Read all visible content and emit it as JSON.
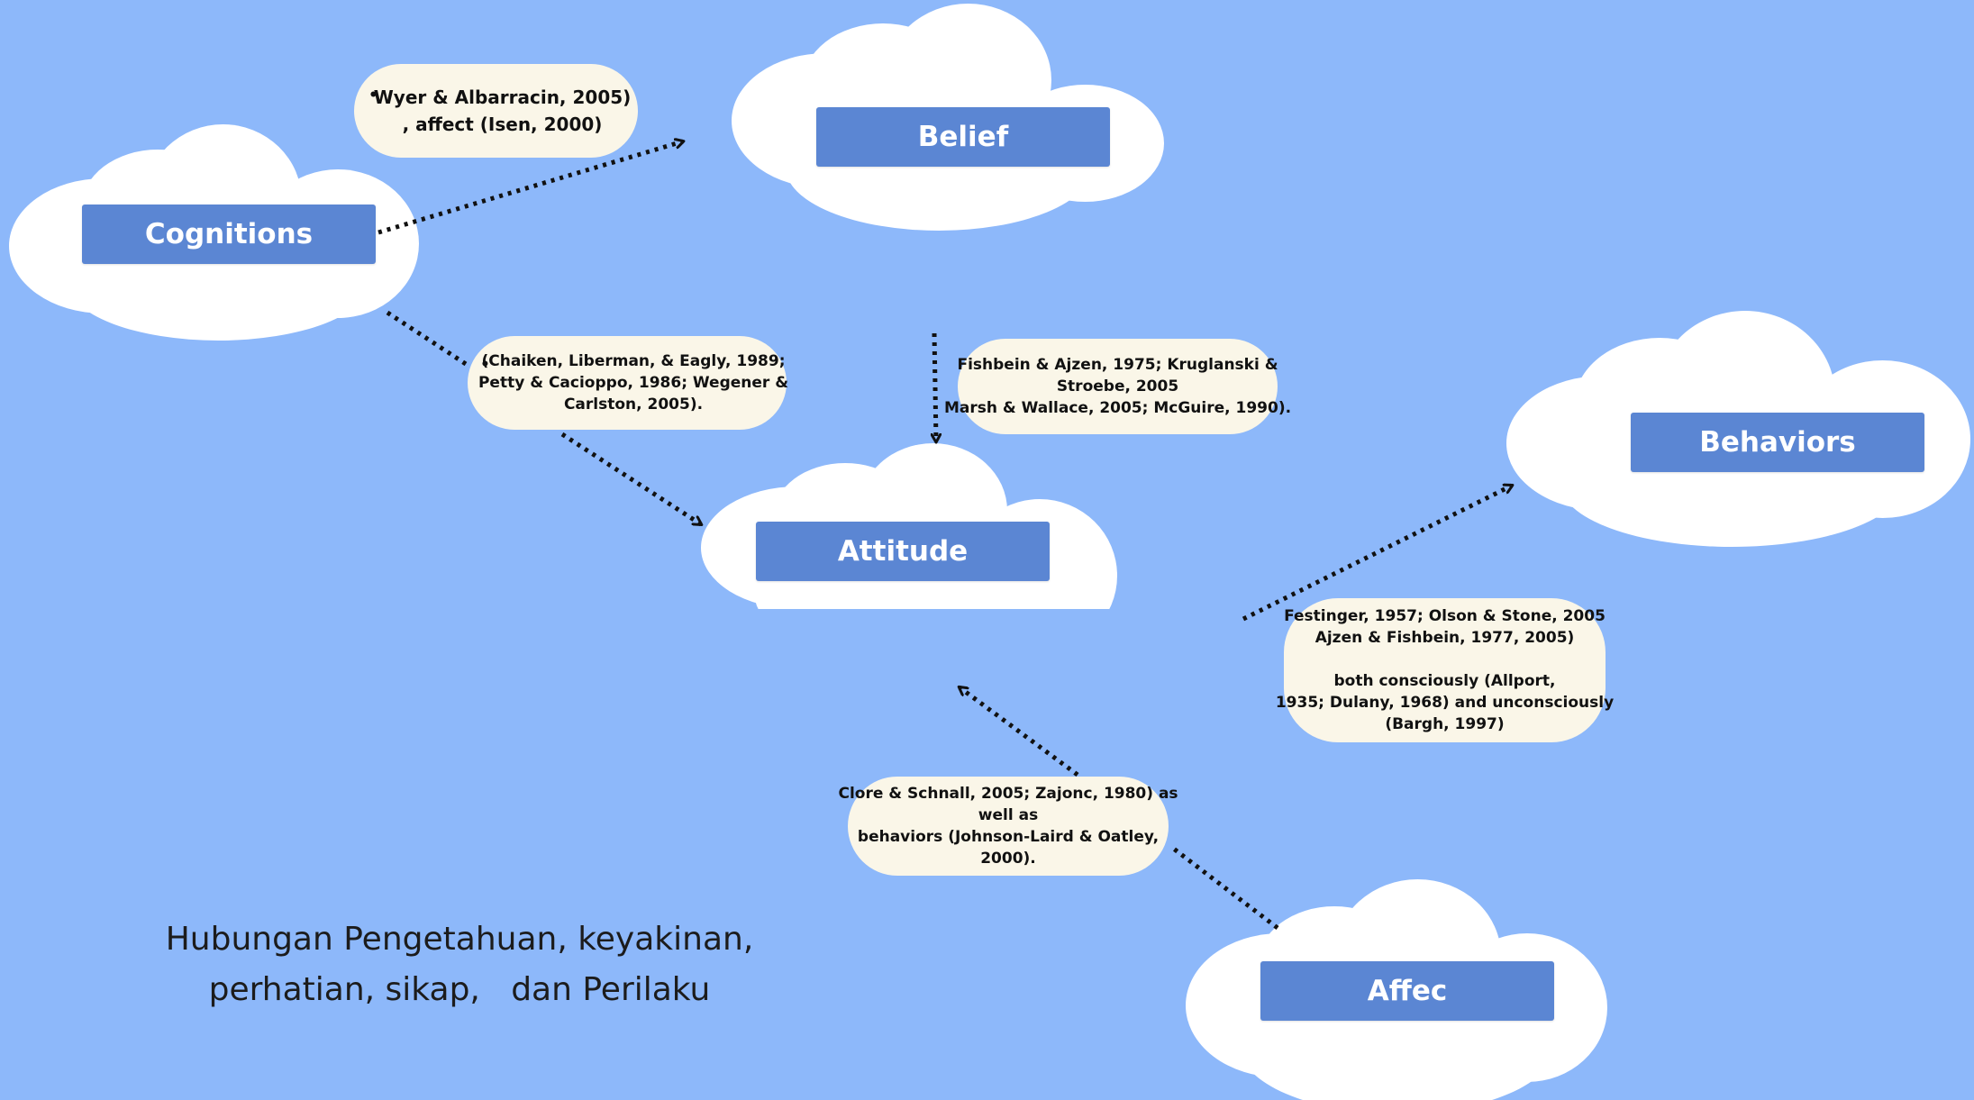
{
  "concepts": {
    "cognitions": "Cognitions",
    "belief": "Belief",
    "attitude": "Attitude",
    "behaviors": "Behaviors",
    "affec": "Affec"
  },
  "notes": {
    "cognitions_belief": [
      "Wyer & Albarracin, 2005)",
      ", affect (Isen, 2000)"
    ],
    "cognitions_attitude": [
      "(Chaiken, Liberman, & Eagly, 1989;",
      "Petty & Cacioppo, 1986; Wegener &",
      "Carlston, 2005)."
    ],
    "belief_attitude": [
      "Fishbein & Ajzen, 1975; Kruglanski &",
      "Stroebe, 2005",
      "Marsh & Wallace, 2005; McGuire, 1990)."
    ],
    "attitude_behaviors": [
      "Festinger, 1957; Olson & Stone, 2005",
      "Ajzen & Fishbein, 1977, 2005)",
      "",
      "both consciously (Allport,",
      "1935; Dulany, 1968) and unconsciously",
      "(Bargh, 1997)"
    ],
    "affec_attitude": [
      "Clore & Schnall, 2005; Zajonc, 1980) as",
      "well as",
      "behaviors (Johnson-Laird & Oatley,",
      "2000)."
    ]
  },
  "caption": [
    "Hubungan Pengetahuan, keyakinan,",
    "perhatian, sikap,   dan Perilaku"
  ],
  "colors": {
    "background": "#8db8fa",
    "cloud": "#ffffff",
    "concept_box": "#5b86d3",
    "note_bubble": "#faf6e8",
    "arrow": "#111111"
  }
}
